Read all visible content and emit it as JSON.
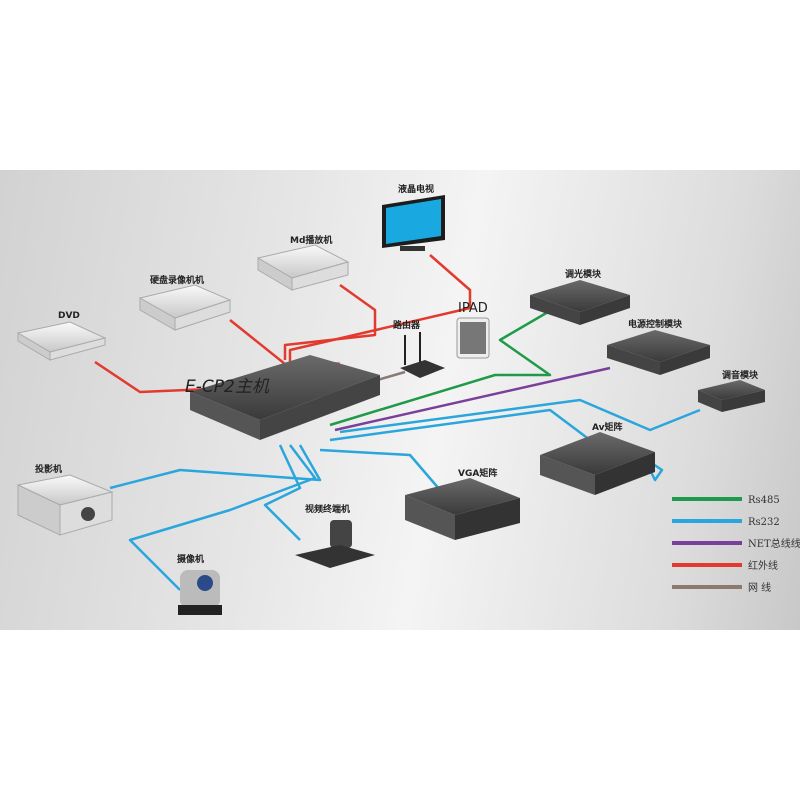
{
  "title": "E-CP2主机",
  "devices": {
    "lcd_tv": "液晶电视",
    "md_player": "Md播放机",
    "dvr": "硬盘录像机机",
    "dvd": "DVD",
    "router": "路由器",
    "ipad": "IPAD",
    "dimmer": "调光模块",
    "power_control": "电源控制模块",
    "audio": "调音模块",
    "av_matrix": "Av矩阵",
    "vga_matrix": "VGA矩阵",
    "projector": "投影机",
    "video_terminal": "视频终端机",
    "camera": "摄像机"
  },
  "legend": [
    {
      "label": "Rs485",
      "color": "#1e9a4a"
    },
    {
      "label": "Rs232",
      "color": "#2aa6dc"
    },
    {
      "label": "NET总线线",
      "color": "#7a3f9a"
    },
    {
      "label": "红外线",
      "color": "#e23a2e"
    },
    {
      "label": "网 线",
      "color": "#8a7a72"
    }
  ]
}
